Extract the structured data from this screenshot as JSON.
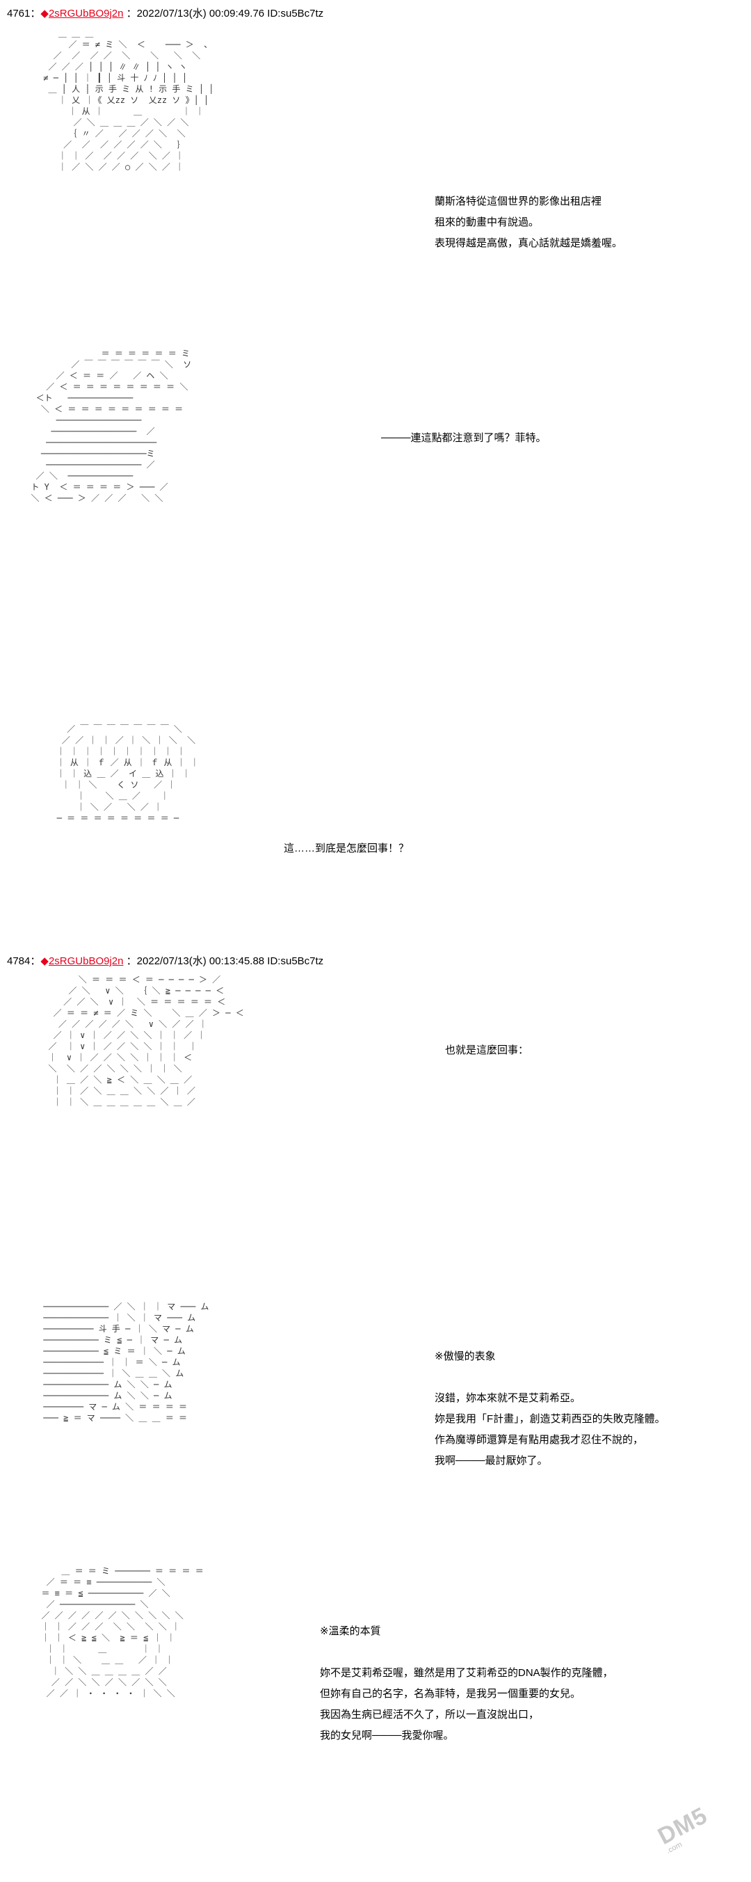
{
  "posts": [
    {
      "number": "4761",
      "marker": "◆",
      "trip": "2sRGUbBO9j2n",
      "date": "2022/07/13(水) 00:09:49.76 ID:su5Bc7tz",
      "panels": [
        {
          "art": "    ＿ ＿ ＿\n      ／ ＝ ≠ ミ ＼  ＜    ─── ＞  、\n   ／  ／  ／ ／  ＼    ＼   ＼  ＼\n  ／ ／ ／ │ │ │ ∥ ∥ │ │ ヽ ヽ\n ≠ ─ │ │ ｜ ┃ │ 斗 十 ﾉ ﾉ │ │ │\n  ＿ │ 人 │ 示 手 ミ 从 ! 示 手 ミ │ │\n    ｜ 乂 ｜《 乂zz ソ  乂zz ソ 》│ │\n      ｜ 从 ｜      ＿        ｜ ｜\n       ／ ＼ ＿ ＿ ＿ ／ ＼ ／ ＼\n      ｛ 〃 ／   ／ ／ ／ ＼  ＼\n     ／  ／  ／ ／ ／ ／ ＼   ｝\n    ｜ ｜ ／  ／ ／ ／  ＼ ／ ｜\n    ｜ ／ ＼ ／ ／ ○ ／ ＼ ／ ｜",
          "lines": [
            "蘭斯洛特從這個世界的影像出租店裡",
            "租來的動畫中有說過。",
            "表現得越是高傲，真心話就越是嬌羞喔。"
          ]
        },
        {
          "art": "                ＝ ＝ ＝ ＝ ＝ ＝ ミ\n          ／ ￣ ￣ ￣ ￣ ￣ ￣ ＼  ソ\n       ／ ＜ ＝ ＝ ／   ／ ヘ ＼\n     ／ ＜ ＝ ＝ ＝ ＝ ＝ ＝ ＝ ＝ ＼\n   ＜ト   ─────────────\n    ＼ ＜ ＝ ＝ ＝ ＝ ＝ ＝ ＝ ＝ ＝\n       ─────────────────\n      ─────────────────  ／\n     ──────────────────────\n    ─────────────────────ミ\n     ─────────────────── ／\n   ／ ＼  ─────────────\n  ト Y  ＜ ＝ ＝ ＝ ＝ ＞ ─── ／\n  ＼ ＜ ─── ＞ ／ ／ ／   ＼ ＼",
          "lines": [
            "────連這點都注意到了嗎？菲特。"
          ]
        },
        {
          "art": "     ／ ￣ ￣ ￣ ￣ ￣ ￣ ￣ ＼\n    ／ ／ ｜ ｜ ／ ｜ ＼ ｜ ＼  ＼\n   ｜ ｜ ｜ ｜ ｜ ｜ ｜ ｜ ｜ ｜\n   ｜ 从 ｜ ｆ ／ 从 ｜ ｆ 从 ｜ ｜\n   ｜ ｜ 込 ＿ ／  イ ＿ 込 ｜ ｜\n    ｜ ｜ ＼    く ソ   ／ ｜\n       ｜    ＼ ＿ ／    ｜\n       ｜ ＼ ／   ＼ ／ ｜\n   ─ ＝ ＝ ＝ ＝ ＝ ＝ ＝ ＝ ─",
          "lines": [
            "這……到底是怎麼回事！？"
          ]
        }
      ]
    },
    {
      "number": "4784",
      "marker": "◆",
      "trip": "2sRGUbBO9j2n",
      "date": "2022/07/13(水) 00:13:45.88 ID:su5Bc7tz",
      "panels": [
        {
          "art": "        ＼ ＝ ＝ ＝ ＜ ＝ ─ ─ ─ ─ ＞ ／\n      ／ ＼   ∨ ＼   ｛ ＼ ≧ ─ ─ ─ ─ ＜\n     ／ ／ ＼  ∨ ｜  ＼ ＝ ＝ ＝ ＝ ＝ ＜\n   ／ ＝ ＝ ≠ ＝ ／ ミ ＼    ＼ ＿ ／ ＞ ─ ＜\n    ／ ／ ／ ／ ／ ＼   ∨ ＼ ／ ／ ｜\n   ／ ｜ ∨ ｜ ／ ／ ＼ ＼ ｜ ｜ ／ ｜\n  ／  ｜ ∨ ｜ ／ ／ ＼ ＼ ｜ ｜  ｜\n  ｜  ∨ ｜ ／ ／ ＼ ＼ ｜ ｜ ｜ ＜\n  ＼  ＼ ／ ／ ＼ ＼ ＼ ｜ ｜ ＼\n   ｜ ＿ ／ ＼ ≧ ＜ ＼ ＿ ＼ ＿ ／\n   ｜ ｜ ／ ＼ ＿ ＿ ＼ ＼ ／ ｜ ／\n   ｜ ｜ ＼ ＿ ＿ ＿ ＿ ＿ ＼ ＿ ／",
          "lines": [
            "也就是這麼回事："
          ]
        },
        {
          "art": " ───────────── ／ ＼ ｜ ｜ マ ─── ム\n ───────────── ｜ ＼ ｜ マ ─── ム\n ────────── 斗 手 ─ ｜ ＼ マ ─ ム\n ─────────── ミ ≦ ─ ｜ マ ─ ム\n ─────────── ≦ ミ ＝ ｜ ＼ ─ ム\n ──────────── ｜ ｜ ＝ ＼ ─ ム\n ──────────── ｜ ＼ ＿ ＿ ＼ ム\n ───────────── ム ＼ ＼ ─ ム\n ───────────── ム ＼ ＼ ─ ム\n ──────── マ ─ ム ＼ ＝ ＝ ＝ ＝\n ─── ≧ ＝ マ ──── ＼ ＿ ＿ ＝ ＝",
          "lines": [
            "※傲慢的表象",
            "",
            "沒錯，妳本來就不是艾莉希亞。",
            "妳是我用「F計畫」，創造艾莉西亞的失敗克隆體。",
            "作為魔導師還算是有點用處我才忍住不說的，",
            "我啊────最討厭妳了。"
          ]
        },
        {
          "art": "      ＿ ＝ ＝ ミ ─────── ＝ ＝ ＝ ＝\n   ／ ＝ ＝ ≡ ─────────── ＼\n  ＝ ≡ ＝ ≦ ─────────── ／ ＼\n   ／ ─────────────── ＼\n  ／ ／ ／ ／ ／ ／ ＼ ＼ ＼ ＼ ＼\n  ｜ ｜ ／ ／ ／  ＼ ＼  ＼ ＼ ｜\n  ｜ ｜ ＜ ≧ ≦ ＼  ≧ ＝ ≦ ｜ ｜\n   ｜ ｜      ＿       ｜ ｜\n   ｜ ｜ ＼    ＿ ＿   ／ ｜ ｜\n    ｜ ＼ ＼ ＿ ＿ ＿ ＿ ／ ／\n    ／ ／ ＼ ＼ ／ ＼ ／ ＼ ＼\n   ／ ／ ｜ ・ ・ ・ ・ ｜ ＼ ＼",
          "lines": [
            "※溫柔的本質",
            "",
            "妳不是艾莉希亞喔，雖然是用了艾莉希亞的DNA製作的克隆體，",
            "但妳有自己的名字，名為菲特，是我另一個重要的女兒。",
            "我因為生病已經活不久了，所以一直沒說出口，",
            "我的女兒啊────我愛你喔。"
          ]
        }
      ]
    }
  ],
  "watermark": {
    "text": "DM5",
    "sub": ".com"
  }
}
